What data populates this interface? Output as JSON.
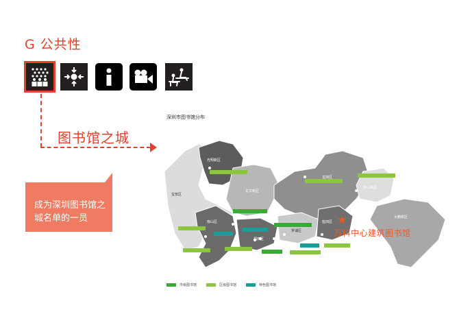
{
  "header": {
    "section_title": "G 公共性"
  },
  "icons": [
    {
      "name": "crowd-gathering-icon",
      "selected": true
    },
    {
      "name": "meeting-point-icon",
      "selected": false
    },
    {
      "name": "information-icon",
      "selected": false
    },
    {
      "name": "video-camera-icon",
      "selected": false
    },
    {
      "name": "seating-area-icon",
      "selected": false
    }
  ],
  "flow": {
    "arrow_label": "图书馆之城"
  },
  "callout": {
    "text": "成为深圳图书馆之城名单的一员",
    "color": "#ee7b62"
  },
  "map": {
    "title": "深圳市图书馆分布",
    "highlight_label": "万科中心建筑图书馆",
    "highlight_marker": "★",
    "districts": [
      {
        "name": "光明新区",
        "shade": "#5c5c5c"
      },
      {
        "name": "宝安区",
        "shade": "#dcdcdc"
      },
      {
        "name": "龙华新区",
        "shade": "#b7b7b7"
      },
      {
        "name": "龙岗区",
        "shade": "#8f8f8f"
      },
      {
        "name": "坪山新区",
        "shade": "#dedede"
      },
      {
        "name": "大鹏新区",
        "shade": "#a8a8a8"
      },
      {
        "name": "南山区",
        "shade": "#6a6a6a"
      },
      {
        "name": "福田区",
        "shade": "#6a6a6a"
      },
      {
        "name": "罗湖区",
        "shade": "#c9c9c9"
      },
      {
        "name": "盐田区",
        "shade": "#707070"
      }
    ]
  },
  "legend": [
    {
      "label": "市级图书馆",
      "color": "#3aa935"
    },
    {
      "label": "区级图书馆",
      "color": "#8cc63e"
    },
    {
      "label": "特色图书馆",
      "color": "#1a9e9a"
    }
  ],
  "colors": {
    "accent_red": "#e2412c",
    "highlight_orange": "#ea5a24"
  }
}
